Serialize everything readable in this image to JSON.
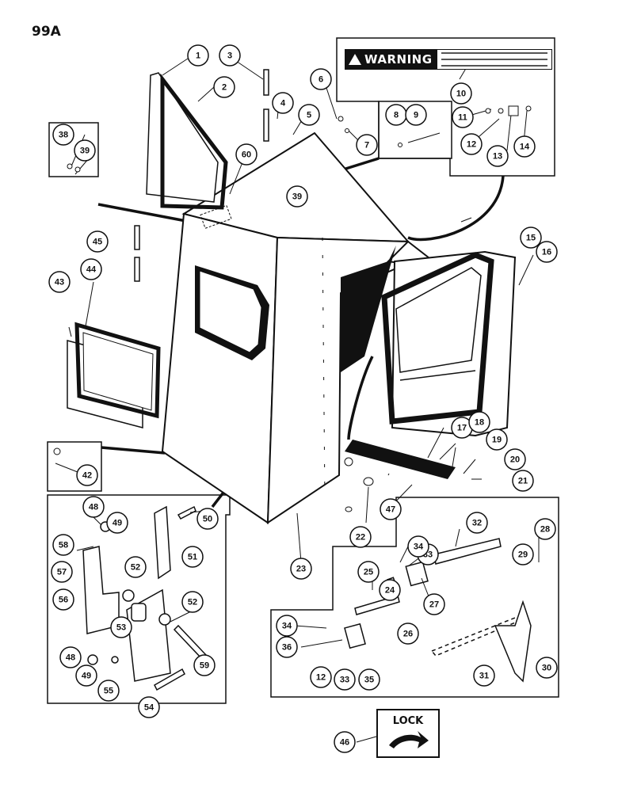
{
  "page_label": "99A",
  "warning_label": "WARNING",
  "lock_label": "LOCK",
  "callouts": [
    {
      "id": "c1",
      "n": "1"
    },
    {
      "id": "c2",
      "n": "2"
    },
    {
      "id": "c3",
      "n": "3"
    },
    {
      "id": "c4",
      "n": "4"
    },
    {
      "id": "c5",
      "n": "5"
    },
    {
      "id": "c6",
      "n": "6"
    },
    {
      "id": "c7",
      "n": "7"
    },
    {
      "id": "c8",
      "n": "8"
    },
    {
      "id": "c9",
      "n": "9"
    },
    {
      "id": "c10",
      "n": "10"
    },
    {
      "id": "c11",
      "n": "11"
    },
    {
      "id": "c12a",
      "n": "12"
    },
    {
      "id": "c13",
      "n": "13"
    },
    {
      "id": "c14",
      "n": "14"
    },
    {
      "id": "c15",
      "n": "15"
    },
    {
      "id": "c16",
      "n": "16"
    },
    {
      "id": "c17",
      "n": "17"
    },
    {
      "id": "c18",
      "n": "18"
    },
    {
      "id": "c19",
      "n": "19"
    },
    {
      "id": "c20",
      "n": "20"
    },
    {
      "id": "c21",
      "n": "21"
    },
    {
      "id": "c22",
      "n": "22"
    },
    {
      "id": "c23",
      "n": "23"
    },
    {
      "id": "c24",
      "n": "24"
    },
    {
      "id": "c25",
      "n": "25"
    },
    {
      "id": "c26",
      "n": "26"
    },
    {
      "id": "c27",
      "n": "27"
    },
    {
      "id": "c28",
      "n": "28"
    },
    {
      "id": "c29",
      "n": "29"
    },
    {
      "id": "c30",
      "n": "30"
    },
    {
      "id": "c31",
      "n": "31"
    },
    {
      "id": "c32",
      "n": "32"
    },
    {
      "id": "c33a",
      "n": "33"
    },
    {
      "id": "c34a",
      "n": "34"
    },
    {
      "id": "c34b",
      "n": "34"
    },
    {
      "id": "c36",
      "n": "36"
    },
    {
      "id": "c12b",
      "n": "12"
    },
    {
      "id": "c33b",
      "n": "33"
    },
    {
      "id": "c35",
      "n": "35"
    },
    {
      "id": "c38",
      "n": "38"
    },
    {
      "id": "c39a",
      "n": "39"
    },
    {
      "id": "c39b",
      "n": "39"
    },
    {
      "id": "c60",
      "n": "60"
    },
    {
      "id": "c45",
      "n": "45"
    },
    {
      "id": "c44",
      "n": "44"
    },
    {
      "id": "c43",
      "n": "43"
    },
    {
      "id": "c42",
      "n": "42"
    },
    {
      "id": "c47",
      "n": "47"
    },
    {
      "id": "c48a",
      "n": "48"
    },
    {
      "id": "c49a",
      "n": "49"
    },
    {
      "id": "c50",
      "n": "50"
    },
    {
      "id": "c51",
      "n": "51"
    },
    {
      "id": "c58",
      "n": "58"
    },
    {
      "id": "c57",
      "n": "57"
    },
    {
      "id": "c56",
      "n": "56"
    },
    {
      "id": "c52a",
      "n": "52"
    },
    {
      "id": "c52b",
      "n": "52"
    },
    {
      "id": "c53",
      "n": "53"
    },
    {
      "id": "c59",
      "n": "59"
    },
    {
      "id": "c48b",
      "n": "48"
    },
    {
      "id": "c49b",
      "n": "49"
    },
    {
      "id": "c55",
      "n": "55"
    },
    {
      "id": "c54",
      "n": "54"
    },
    {
      "id": "c46",
      "n": "46"
    }
  ]
}
